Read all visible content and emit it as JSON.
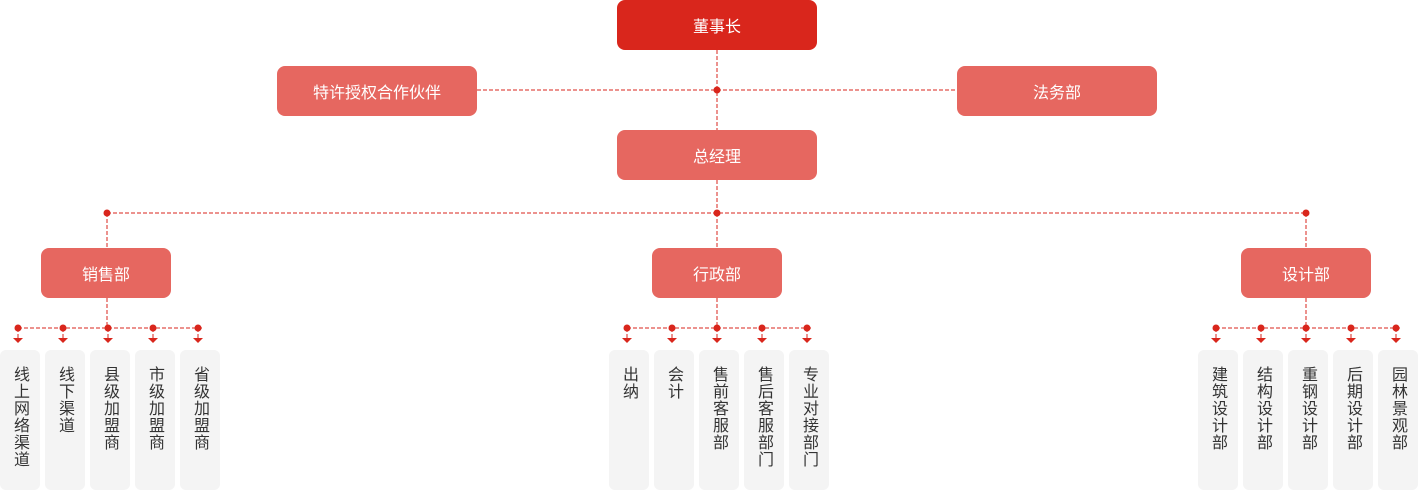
{
  "chairman": "董事长",
  "franchise": "特许授权合作伙伴",
  "legal": "法务部",
  "gm": "总经理",
  "departments": [
    {
      "label": "销售部",
      "children": [
        "线上网络渠道",
        "线下渠道",
        "县级加盟商",
        "市级加盟商",
        "省级加盟商"
      ]
    },
    {
      "label": "行政部",
      "children": [
        "出纳",
        "会计",
        "售前客服部",
        "售后客服部门",
        "专业对接部门"
      ]
    },
    {
      "label": "设计部",
      "children": [
        "建筑设计部",
        "结构设计部",
        "重钢设计部",
        "后期设计部",
        "园林景观部"
      ]
    }
  ],
  "colors": {
    "primary": "#d9261c",
    "secondary": "#e66760",
    "leaf_bg": "#f4f4f4",
    "line": "#d9261c"
  }
}
